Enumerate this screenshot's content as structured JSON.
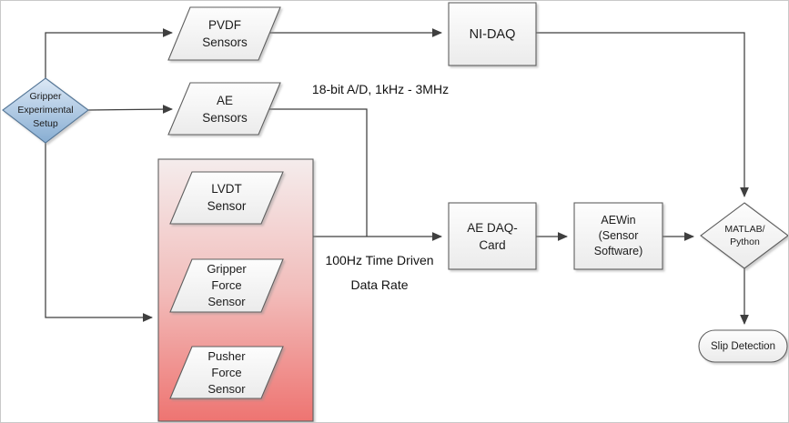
{
  "diagram": {
    "title": "Gripper experimental setup sensor data acquisition flowchart",
    "nodes": {
      "gripper_setup": "Gripper\nExperimental\nSetup",
      "pvdf_sensors": "PVDF\nSensors",
      "ae_sensors": "AE\nSensors",
      "ni_daq": "NI-DAQ",
      "lvdt_sensor": "LVDT\nSensor",
      "gripper_force_sensor": "Gripper\nForce\nSensor",
      "pusher_force_sensor": "Pusher\nForce\nSensor",
      "ae_daq_card": "AE DAQ-\nCard",
      "aewin": "AEWin\n(Sensor\nSoftware)",
      "matlab_python": "MATLAB/\nPython",
      "slip_detection": "Slip Detection"
    },
    "annotations": {
      "ad_spec": "18-bit A/D, 1kHz - 3MHz",
      "data_rate": "100Hz Time Driven\nData Rate"
    },
    "edges": [
      {
        "from": "gripper_setup",
        "to": "pvdf_sensors"
      },
      {
        "from": "gripper_setup",
        "to": "ae_sensors"
      },
      {
        "from": "gripper_setup",
        "to": "force_sensor_group"
      },
      {
        "from": "pvdf_sensors",
        "to": "ni_daq"
      },
      {
        "from": "ni_daq",
        "to": "matlab_python"
      },
      {
        "from": "ae_sensors",
        "to": "ae_daq_card"
      },
      {
        "from": "lvdt_sensor",
        "to": "ae_daq_card"
      },
      {
        "from": "gripper_force_sensor",
        "to": "ae_daq_card"
      },
      {
        "from": "pusher_force_sensor",
        "to": "ae_daq_card"
      },
      {
        "from": "ae_daq_card",
        "to": "aewin"
      },
      {
        "from": "aewin",
        "to": "matlab_python"
      },
      {
        "from": "matlab_python",
        "to": "slip_detection"
      }
    ],
    "colors": {
      "blue_top": "#dce8f5",
      "blue_bottom": "#87add2",
      "blue_border": "#537596",
      "gray_top": "#fdfdfd",
      "gray_bottom": "#ebebeb",
      "gray_border": "#5f5f5f",
      "red_top": "#f4ecec",
      "red_mid": "#f2bdbb",
      "red_bottom": "#ee7471",
      "line": "#3f3f3f"
    }
  }
}
